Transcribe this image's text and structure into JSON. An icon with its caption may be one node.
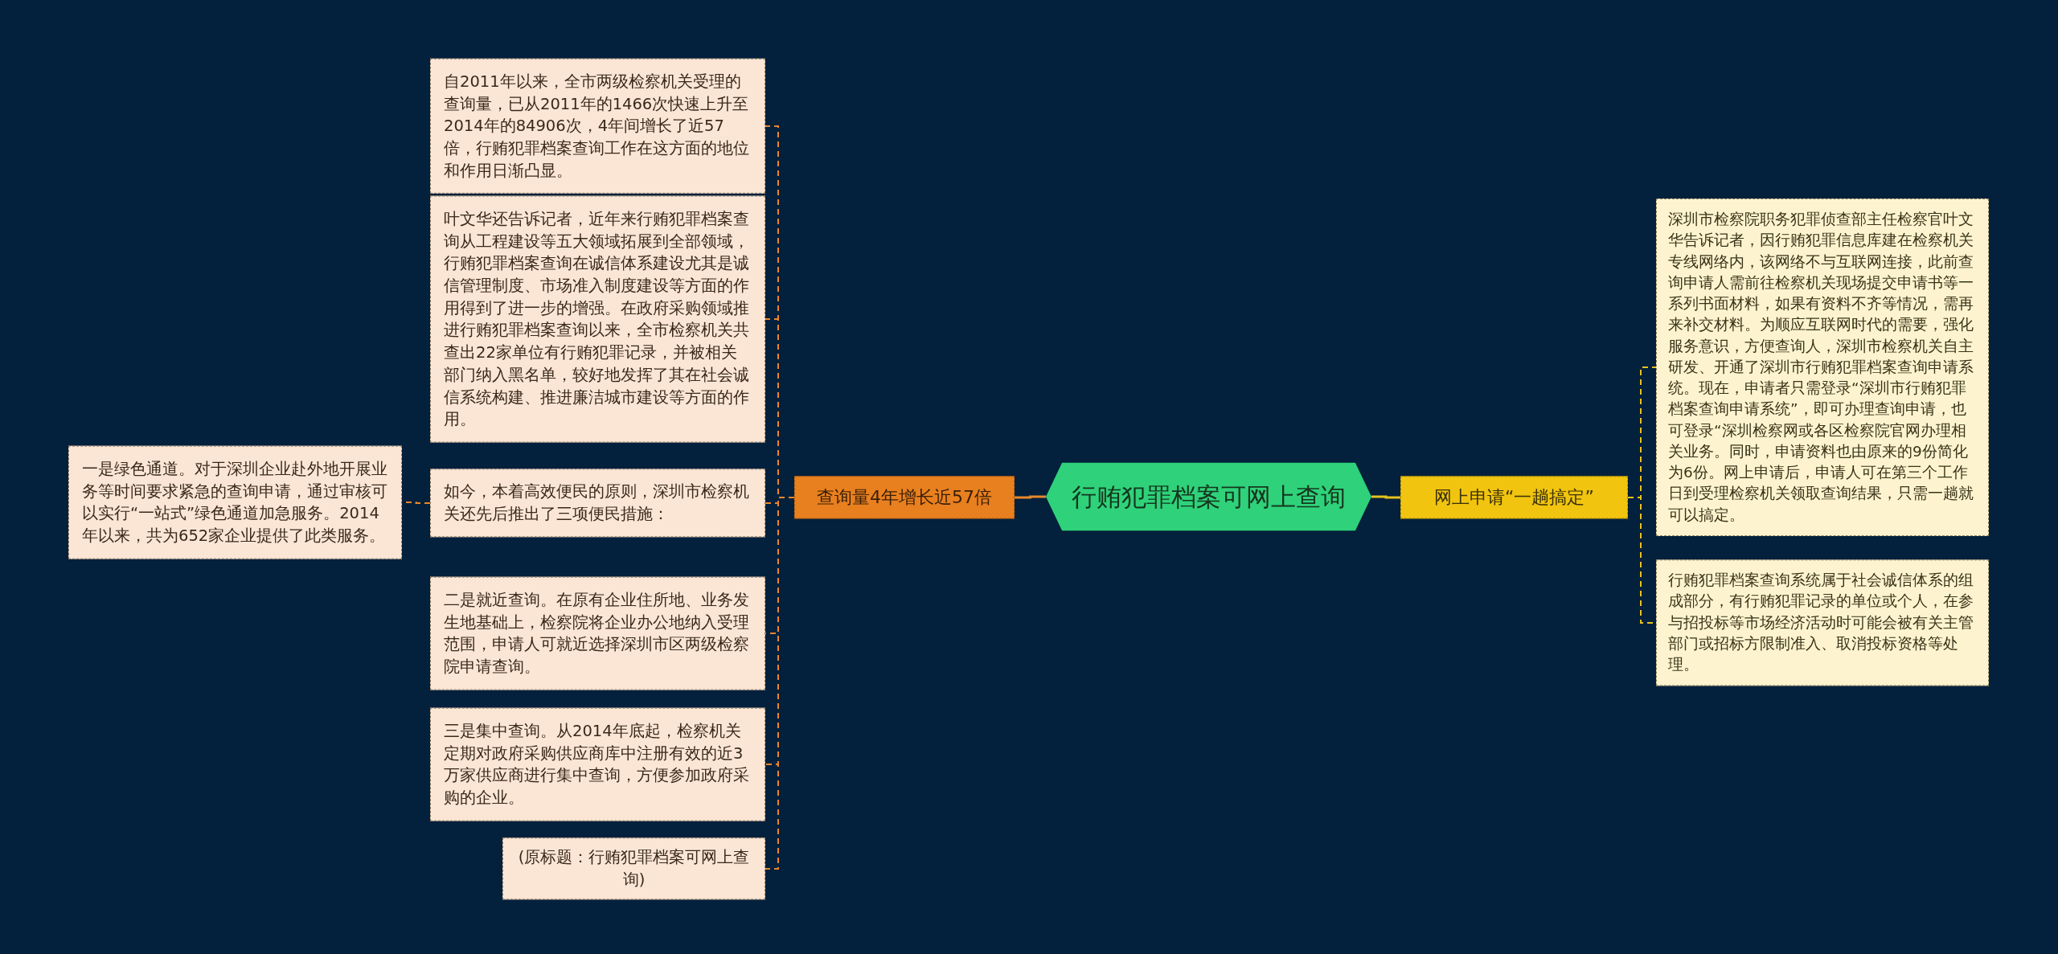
{
  "diagram": {
    "nodes": [
      {
        "text": [
          "行贿犯罪档案可网上查询"
        ]
      },
      {
        "text": [
          "查询量4年增长近57倍"
        ]
      },
      {
        "text": [
          "自2011年以来，全市两级检察机关受理的查询量，已从2011年的1466次快速上升至2014年的84906次，4年间增长了近57倍，行贿犯罪档案查询工作在这方面的地位和作用日渐凸显。"
        ]
      },
      {
        "text": [
          "叶文华还告诉记者，近年来行贿犯罪档案查询从工程建设等五大领域拓展到全部领域，行贿犯罪档案查询在诚信体系建设尤其是诚信管理制度、市场准入制度建设等方面的作用得到了进一步的增强。在政府采购领域推进行贿犯罪档案查询以来，全市检察机关共查出22家单位有行贿犯罪记录，并被相关部门纳入黑名单，较好地发挥了其在社会诚信系统构建、推进廉洁城市建设等方面的作用。"
        ]
      },
      {
        "text": [
          "如今，本着高效便民的原则，深圳市检察机关还先后推出了三项便民措施："
        ]
      },
      {
        "text": [
          "二是就近查询。在原有企业住所地、业务发生地基础上，检察院将企业办公地纳入受理范围，申请人可就近选择深圳市区两级检察院申请查询。"
        ]
      },
      {
        "text": [
          "三是集中查询。从2014年底起，检察机关定期对政府采购供应商库中注册有效的近3万家供应商进行集中查询，方便参加政府采购的企业。"
        ]
      },
      {
        "text": [
          "(原标题：行贿犯罪档案可网上查询)"
        ]
      },
      {
        "text": [
          "一是绿色通道。对于深圳企业赴外地开展业务等时间要求紧急的查询申请，通过审核可以实行“一站式”绿色通道加急服务。2014年以来，共为652家企业提供了此类服务。"
        ]
      },
      {
        "text": [
          "网上申请“一趟搞定”"
        ]
      },
      {
        "text": [
          "深圳市检察院职务犯罪侦查部主任检察官叶文华告诉记者，因行贿犯罪信息库建在检察机关专线网络内，该网络不与互联网连接，此前查询申请人需前往检察机关现场提交申请书等一系列书面材料，如果有资料不齐等情况，需再来补交材料。为顺应互联网时代的需要，强化服务意识，方便查询人，深圳市检察机关自主研发、开通了深圳市行贿犯罪档案查询申请系统。现在，申请者只需登录“深圳市行贿犯罪档案查询申请系统”，即可办理查询申请，也可登录“深圳检察网或各区检察院官网办理相关业务。同时，申请资料也由原来的9份简化为6份。网上申请后，申请人可在第三个工作日到受理检察机关领取查询结果，只需一趟就可以搞定。"
        ]
      },
      {
        "text": [
          "行贿犯罪档案查询系统属于社会诚信体系的组成部分，有行贿犯罪记录的单位或个人，在参与招投标等市场经济活动时可能会被有关主管部门或招标方限制准入、取消投标资格等处理。"
        ]
      }
    ],
    "edges": [
      {
        "from": 0,
        "to": 1,
        "arrow": "none"
      },
      {
        "from": 1,
        "to": 2,
        "arrow": "none",
        "style": "dashed"
      },
      {
        "from": 1,
        "to": 3,
        "arrow": "none",
        "style": "dashed"
      },
      {
        "from": 1,
        "to": 4,
        "arrow": "none",
        "style": "dashed"
      },
      {
        "from": 1,
        "to": 5,
        "arrow": "none",
        "style": "dashed"
      },
      {
        "from": 1,
        "to": 6,
        "arrow": "none",
        "style": "dashed"
      },
      {
        "from": 1,
        "to": 7,
        "arrow": "none",
        "style": "dashed"
      },
      {
        "from": 4,
        "to": 8,
        "arrow": "none",
        "style": "dashed"
      },
      {
        "from": 0,
        "to": 9,
        "arrow": "none",
        "color": "#e6c21c"
      },
      {
        "from": 9,
        "to": 10,
        "arrow": "none",
        "style": "dashed",
        "color": "#e6c21c"
      },
      {
        "from": 9,
        "to": 11,
        "arrow": "none",
        "style": "dashed",
        "color": "#e6c21c"
      }
    ]
  }
}
